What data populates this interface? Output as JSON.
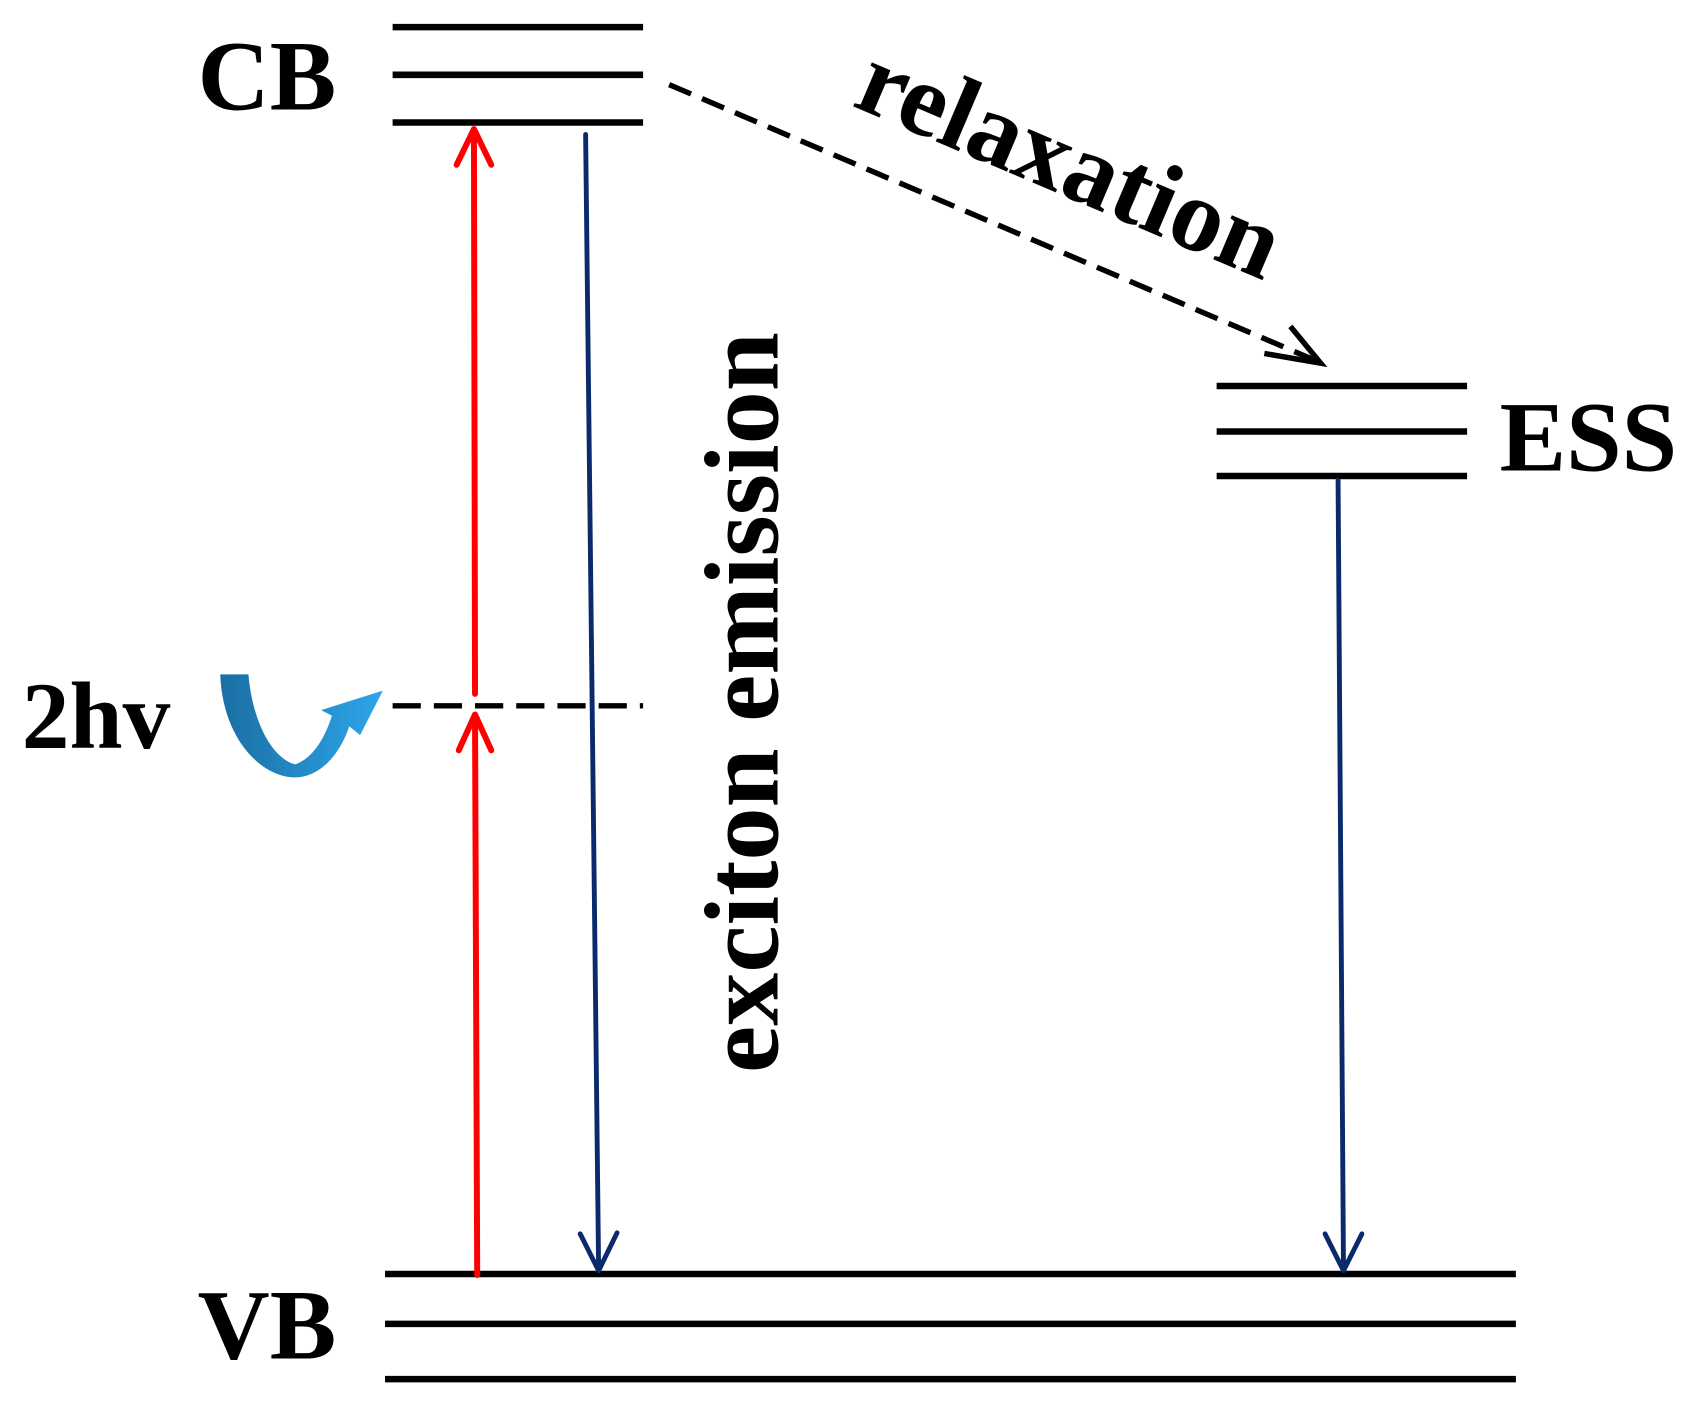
{
  "levels": {
    "cb": "CB",
    "vb": "VB",
    "ess": "ESS",
    "virtual": "2hv"
  },
  "labels": {
    "relaxation": "relaxation",
    "exciton_emission": "exciton emission"
  },
  "icons": {
    "photon": "curved-arrow-icon"
  },
  "colors": {
    "excitation": "#ff0000",
    "emission": "#0a2a6c",
    "levels": "#000000",
    "photon_arrow_dark": "#1a6ea3",
    "photon_arrow_light": "#2ea6ea"
  }
}
